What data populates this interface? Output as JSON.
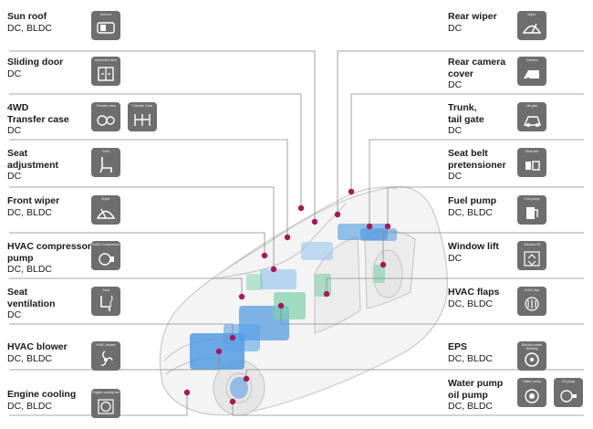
{
  "left": [
    {
      "title": "Sun roof",
      "sub": "DC, BLDC",
      "icons": [
        {
          "name": "sunroof-icon",
          "caption": "Sunroof"
        }
      ]
    },
    {
      "title": "Sliding door",
      "sub": "DC",
      "icons": [
        {
          "name": "sliding-door-icon",
          "caption": "Automatic door"
        }
      ]
    },
    {
      "title": "4WD\nTransfer case",
      "sub": "DC",
      "icons": [
        {
          "name": "transfer-case-icon",
          "caption": "Transfer case"
        },
        {
          "name": "transfer-case-axle-icon",
          "caption": "Transfer Case"
        }
      ]
    },
    {
      "title": "Seat\nadjustment",
      "sub": "DC",
      "icons": [
        {
          "name": "seat-icon",
          "caption": "Seat"
        }
      ]
    },
    {
      "title": "Front wiper",
      "sub": "DC, BLDC",
      "icons": [
        {
          "name": "wiper-icon",
          "caption": "Wiper"
        }
      ]
    },
    {
      "title": "HVAC compressor\npump",
      "sub": "DC, BLDC",
      "icons": [
        {
          "name": "hvac-compressor-icon",
          "caption": "HVAC Compressor"
        }
      ]
    },
    {
      "title": "Seat\nventilation",
      "sub": "DC",
      "icons": [
        {
          "name": "seat-ventilation-icon",
          "caption": "Seat"
        }
      ]
    },
    {
      "title": "HVAC blower",
      "sub": "DC, BLDC",
      "icons": [
        {
          "name": "hvac-blower-icon",
          "caption": "HVAC blower"
        }
      ]
    },
    {
      "title": "Engine cooling",
      "sub": "DC, BLDC",
      "icons": [
        {
          "name": "engine-cooling-fan-icon",
          "caption": "Engine cooling fan"
        }
      ]
    }
  ],
  "right": [
    {
      "title": "Rear wiper",
      "sub": "DC",
      "icons": [
        {
          "name": "rear-wiper-icon",
          "caption": "Wiper"
        }
      ]
    },
    {
      "title": "Rear camera\ncover",
      "sub": "DC",
      "icons": [
        {
          "name": "camera-icon",
          "caption": "Camera"
        }
      ]
    },
    {
      "title": "Trunk,\ntail gate",
      "sub": "DC",
      "icons": [
        {
          "name": "lift-gate-icon",
          "caption": "Lift gate"
        }
      ]
    },
    {
      "title": "Seat belt\npretensioner",
      "sub": "DC",
      "icons": [
        {
          "name": "seat-belt-icon",
          "caption": "Seat belt"
        }
      ]
    },
    {
      "title": "Fuel pump",
      "sub": "DC, BLDC",
      "icons": [
        {
          "name": "fuel-pump-icon",
          "caption": "Fuel pump"
        }
      ]
    },
    {
      "title": "Window lift",
      "sub": "DC",
      "icons": [
        {
          "name": "window-lift-icon",
          "caption": "Window lift"
        }
      ]
    },
    {
      "title": "HVAC flaps",
      "sub": "DC, BLDC",
      "icons": [
        {
          "name": "hvac-flap-icon",
          "caption": "HVAC flap"
        }
      ]
    },
    {
      "title": "EPS",
      "sub": "DC, BLDC",
      "icons": [
        {
          "name": "electric-power-steering-icon",
          "caption": "Electric power steering"
        }
      ]
    },
    {
      "title": "Water pump\noil pump",
      "sub": "DC, BLDC",
      "icons": [
        {
          "name": "water-pump-icon",
          "caption": "Water pump"
        },
        {
          "name": "oil-pump-icon",
          "caption": "Oil pump"
        }
      ]
    }
  ],
  "colors": {
    "accent": "#a3195b",
    "icon_bg": "#6e6e6e",
    "line": "#8a8a8a",
    "car_highlight": "#3f8fe0",
    "car_green": "#7ed0a8"
  }
}
